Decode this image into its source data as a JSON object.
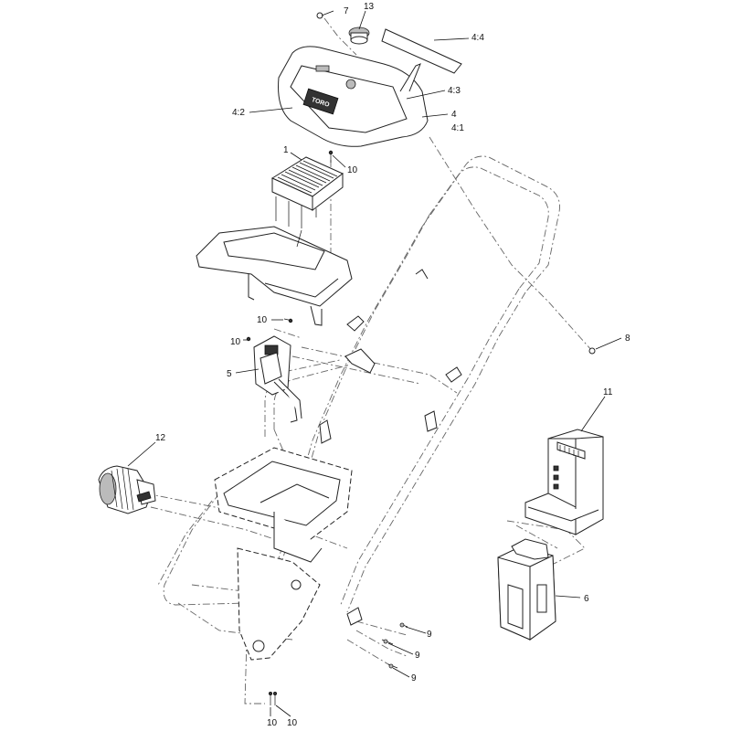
{
  "callouts": {
    "c7": "7",
    "c13": "13",
    "c4_4": "4:4",
    "c4_3": "4:3",
    "c4_2": "4:2",
    "c4": "4",
    "c4_1": "4:1",
    "c1": "1",
    "c10_top": "10",
    "c10_mid": "10",
    "c10_bracket": "10",
    "c5": "5",
    "c8": "8",
    "c11": "11",
    "c12": "12",
    "c6": "6",
    "c9_a": "9",
    "c9_b": "9",
    "c9_c": "9",
    "c10_bottom_left": "10",
    "c10_bottom_right": "10"
  },
  "brand_plate": "TORO"
}
